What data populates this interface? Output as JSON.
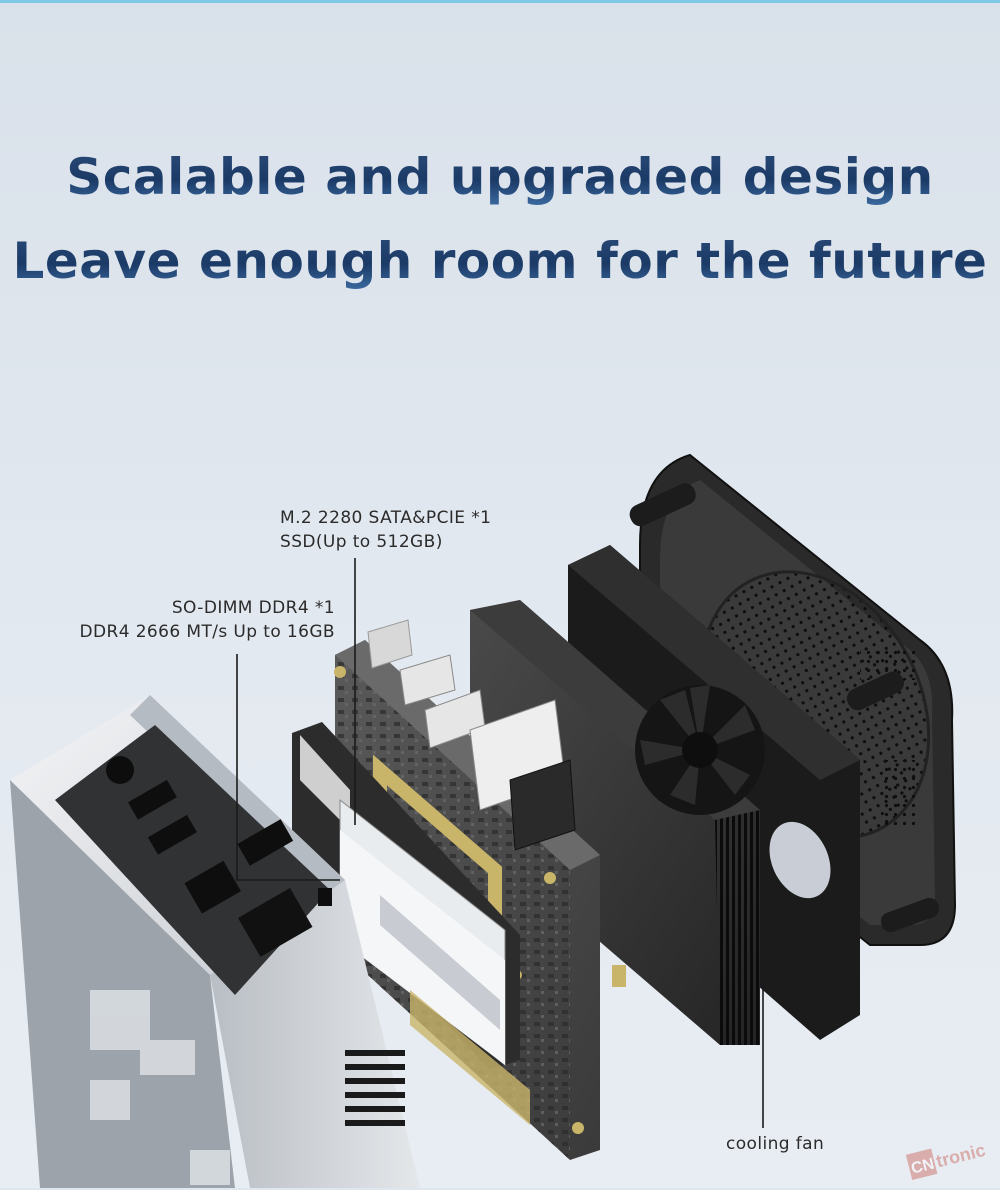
{
  "headline": {
    "line1": "Scalable and upgraded design",
    "line2": "Leave enough room for the future"
  },
  "callouts": {
    "ssd": {
      "line1": "M.2 2280 SATA&PCIE *1",
      "line2": "SSD(Up to 512GB)"
    },
    "ram": {
      "line1": "SO-DIMM DDR4 *1",
      "line2": "DDR4 2666 MT/s Up to 16GB"
    },
    "fan": {
      "label": "cooling fan"
    }
  },
  "watermark": {
    "brand": "CNtronic"
  },
  "colors": {
    "background": "#dfe6ee",
    "headline": "#1f3d6b",
    "case_silver": "#c9cdd2",
    "board": "#4a4a4a",
    "gold": "#c9b56a",
    "dark_plastic": "#1e1e1e"
  }
}
